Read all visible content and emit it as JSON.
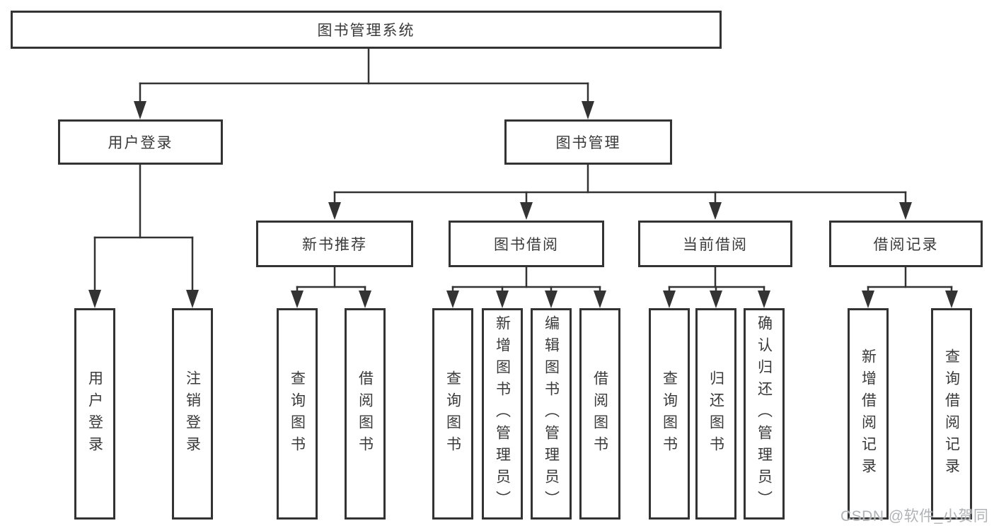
{
  "diagram": {
    "root": "图书管理系统",
    "branches": [
      {
        "label": "用户登录",
        "leaves": [
          "用户登录",
          "注销登录"
        ]
      },
      {
        "label": "图书管理",
        "sections": [
          {
            "label": "新书推荐",
            "leaves": [
              "查询图书",
              "借阅图书"
            ]
          },
          {
            "label": "图书借阅",
            "leaves": [
              "查询图书",
              "新增图书（管理员）",
              "编辑图书（管理员）",
              "借阅图书"
            ]
          },
          {
            "label": "当前借阅",
            "leaves": [
              "查询图书",
              "归还图书",
              "确认归还（管理员）"
            ]
          },
          {
            "label": "借阅记录",
            "leaves": [
              "新增借阅记录",
              "查询借阅记录"
            ]
          }
        ]
      }
    ]
  },
  "watermark": {
    "text": "CSDN @软件_小贺同学"
  },
  "colors": {
    "line": "#333333",
    "text": "#3a3a3a",
    "watermark": "#b0b3b6",
    "background": "#ffffff"
  }
}
